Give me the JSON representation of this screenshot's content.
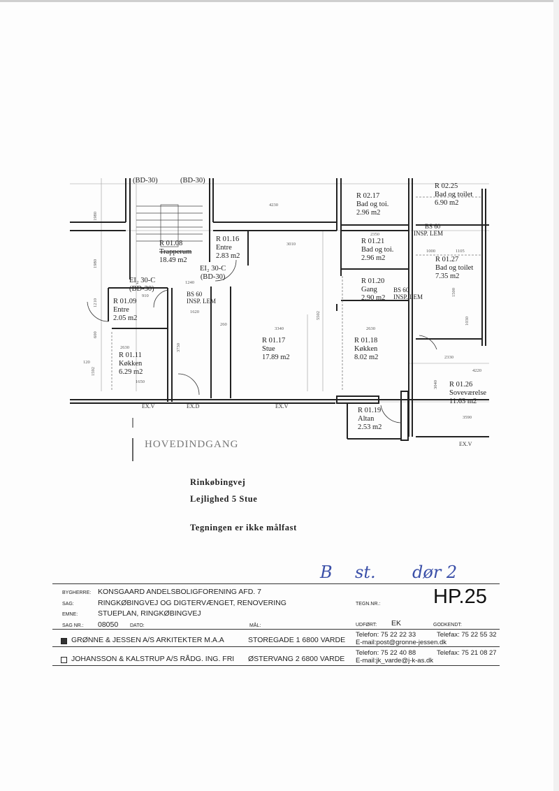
{
  "handwriting": {
    "part1": "B",
    "part2": "st.",
    "part3": "dør 2"
  },
  "plan": {
    "rooms": [
      {
        "id": "R 01.08",
        "name": "Trapperum",
        "area": "18.49 m2"
      },
      {
        "id": "R 01.16",
        "name": "Entre",
        "area": "2.83 m2"
      },
      {
        "id": "R 01.09",
        "name": "Entre",
        "area": "2.05 m2"
      },
      {
        "id": "R 01.11",
        "name": "Køkken",
        "area": "6.29 m2"
      },
      {
        "id": "R 01.17",
        "name": "Stue",
        "area": "17.89 m2"
      },
      {
        "id": "R 02.17",
        "name": "Bad og toi.",
        "area": "2.96 m2"
      },
      {
        "id": "R 02.25",
        "name": "Bad og toilet",
        "area": "6.90 m2"
      },
      {
        "id": "R 01.21",
        "name": "Bad og toi.",
        "area": "2.96 m2"
      },
      {
        "id": "R 01.27",
        "name": "Bad og toilet",
        "area": "7.35 m2"
      },
      {
        "id": "R 01.20",
        "name": "Gang",
        "area": "2.90 m2"
      },
      {
        "id": "R 01.18",
        "name": "Køkken",
        "area": "8.02 m2"
      },
      {
        "id": "R 01.26",
        "name": "Soveværelse",
        "area": "11.63 m2"
      },
      {
        "id": "R 01.19",
        "name": "Altan",
        "area": "2.53 m2"
      }
    ],
    "door_labels": {
      "a1": "EI₂ 30-C",
      "a2": "(BD-30)",
      "b1": "EI₂ 30-C",
      "b2": "(BD-30)",
      "top1": "(BD-30)",
      "top2": "(BD-30)"
    },
    "inspection": {
      "l1": "BS 60",
      "l2": "INSP. LEM"
    },
    "dimensions": [
      "1980",
      "4230",
      "1980",
      "3010",
      "1240",
      "1620",
      "3340",
      "5502",
      "3730",
      "2630",
      "1650",
      "1592",
      "1210",
      "600",
      "910",
      "2350",
      "1000",
      "1105",
      "2630",
      "2330",
      "4220",
      "3590",
      "3040",
      "1500",
      "1030",
      "120",
      "260"
    ],
    "exits": {
      "v1": "EX.V",
      "d": "EX.D",
      "v2": "EX.V",
      "v3": "EX.V"
    },
    "main_entrance": "HOVEDINDGANG"
  },
  "info": {
    "street": "Rinkøbingvej",
    "apartment": "Lejlighed 5 Stue",
    "note": "Tegningen er ikke målfast"
  },
  "title_block": {
    "bygherre_label": "BYGHERRE:",
    "bygherre": "KONSGAARD ANDELSBOLIGFORENING  AFD. 7",
    "sag_label": "SAG:",
    "sag": "RINGKØBINGVEJ OG DIGTERVÆNGET, RENOVERING",
    "emne_label": "EMNE:",
    "emne": "STUEPLAN, RINGKØBINGVEJ",
    "sagnr_label": "SAG NR.:",
    "sagnr": "08050",
    "dato_label": "DATO:",
    "maal_label": "MÅL:",
    "tegnnr_label": "TEGN.NR.:",
    "tegnnr": "HP.25",
    "udfoert_label": "UDFØRT:",
    "udfoert": "EK",
    "godkendt_label": "GODKENDT:",
    "firm1": {
      "name": "GRØNNE & JESSEN A/S  ARKITEKTER M.A.A",
      "address": "STOREGADE 1   6800 VARDE",
      "phone": "Telefon:  75 22 22 33",
      "fax": "Telefax: 75 22 55 32",
      "email": "E-mail:post@gronne-jessen.dk"
    },
    "firm2": {
      "name": "JOHANSSON & KALSTRUP A/S  RÅDG. ING. FRI",
      "address": "ØSTERVANG 2   6800 VARDE",
      "phone": "Telefon:  75 22 40 88",
      "fax": "Telefax: 75 21 08 27",
      "email": "E-mail:jk_varde@j-k-as.dk"
    }
  }
}
